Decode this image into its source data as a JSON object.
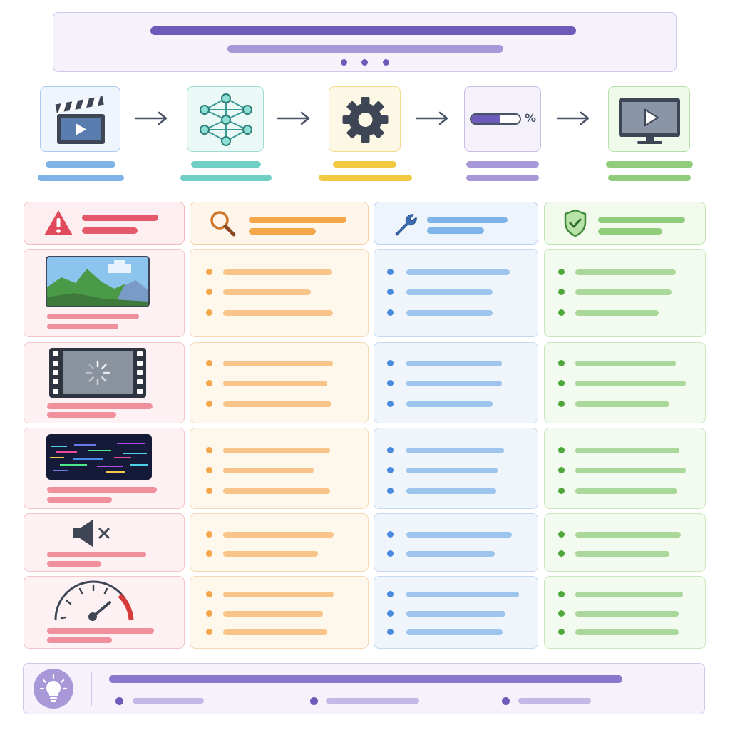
{
  "header": {
    "dots": 3
  },
  "colors": {
    "purple": "#6c5bb8",
    "purple_light": "#a998d8",
    "blue": "#7eb4e8",
    "teal": "#6fcfc4",
    "yellow": "#f3c944",
    "green": "#8fcd7a",
    "red": "#e55a6a",
    "orange": "#f5a54a",
    "gray_dark": "#3e4656"
  },
  "pipeline": {
    "steps": [
      {
        "icon": "clapperboard-icon",
        "accent": "#7eb4e8"
      },
      {
        "icon": "neural-network-icon",
        "accent": "#6fcfc4"
      },
      {
        "icon": "gear-icon",
        "accent": "#f3c944"
      },
      {
        "icon": "progress-bar-icon",
        "accent": "#a998d8",
        "progress": 0.6,
        "symbol": "%"
      },
      {
        "icon": "monitor-play-icon",
        "accent": "#8fcd7a"
      }
    ]
  },
  "columns": [
    {
      "icon": "warning-icon",
      "accent": "#e55a6a"
    },
    {
      "icon": "magnifier-icon",
      "accent": "#f5a54a"
    },
    {
      "icon": "wrench-icon",
      "accent": "#4a7fc4"
    },
    {
      "icon": "shield-check-icon",
      "accent": "#5fa64a"
    }
  ],
  "rows": [
    {
      "issue_icon": "landscape-image-icon",
      "bullets": 3
    },
    {
      "issue_icon": "film-loading-icon",
      "bullets": 3
    },
    {
      "issue_icon": "glitch-video-icon",
      "bullets": 3
    },
    {
      "issue_icon": "mute-icon",
      "bullets": 2
    },
    {
      "issue_icon": "speedometer-icon",
      "bullets": 3
    }
  ],
  "footer": {
    "icon": "lightbulb-icon",
    "bullets": 3
  }
}
